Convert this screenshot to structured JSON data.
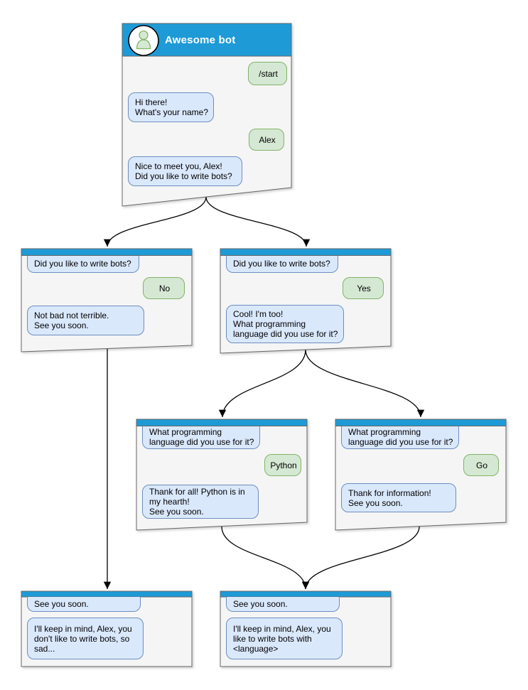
{
  "colors": {
    "canvas_bg": "#ffffff",
    "header_blue": "#1e9bd7",
    "window_bg": "#f5f5f5",
    "window_border": "#666666",
    "bot_bubble_bg": "#dae8fc",
    "bot_bubble_border": "#6c8ebf",
    "user_bubble_bg": "#d5e8d4",
    "user_bubble_border": "#82b366",
    "arrow_color": "#000000",
    "title_color": "#ffffff",
    "avatar_bg": "#ffffff",
    "avatar_border": "#000000",
    "person_fill": "#d5e8d4",
    "person_stroke": "#82b366"
  },
  "icons": {
    "header_avatar": "person-avatar-icon"
  },
  "windows": [
    {
      "id": "root",
      "title": "Awesome bot",
      "messages": [
        {
          "from": "user",
          "text": "/start"
        },
        {
          "from": "bot",
          "text": "Hi there!\nWhat's your name?"
        },
        {
          "from": "user",
          "text": "Alex"
        },
        {
          "from": "bot",
          "text": "Nice to meet you, Alex!\nDid you like to write bots?"
        }
      ]
    },
    {
      "id": "branch-no",
      "messages": [
        {
          "from": "bot",
          "text": "Did you like to write bots?"
        },
        {
          "from": "user",
          "text": "No"
        },
        {
          "from": "bot",
          "text": "Not bad not terrible.\nSee you soon."
        }
      ]
    },
    {
      "id": "branch-yes",
      "messages": [
        {
          "from": "bot",
          "text": "Did you like to write bots?"
        },
        {
          "from": "user",
          "text": "Yes"
        },
        {
          "from": "bot",
          "text": "Cool! I'm too!\nWhat programming\nlanguage did you use for it?"
        }
      ]
    },
    {
      "id": "branch-python",
      "messages": [
        {
          "from": "bot",
          "text": "What programming\nlanguage did you use for it?"
        },
        {
          "from": "user",
          "text": "Python"
        },
        {
          "from": "bot",
          "text": "Thank for all! Python is in\nmy hearth!\nSee you soon."
        }
      ]
    },
    {
      "id": "branch-go",
      "messages": [
        {
          "from": "bot",
          "text": "What programming\nlanguage did you use for it?"
        },
        {
          "from": "user",
          "text": "Go"
        },
        {
          "from": "bot",
          "text": "Thank for information!\nSee you soon."
        }
      ]
    },
    {
      "id": "end-no",
      "messages": [
        {
          "from": "bot",
          "text": "See you soon."
        },
        {
          "from": "bot",
          "text": "I'll keep in mind, Alex, you\ndon't like to write bots, so\nsad..."
        }
      ]
    },
    {
      "id": "end-yes",
      "messages": [
        {
          "from": "bot",
          "text": "See you soon."
        },
        {
          "from": "bot",
          "text": "I'll keep in mind, Alex, you\nlike to write bots with\n<language>"
        }
      ]
    }
  ]
}
